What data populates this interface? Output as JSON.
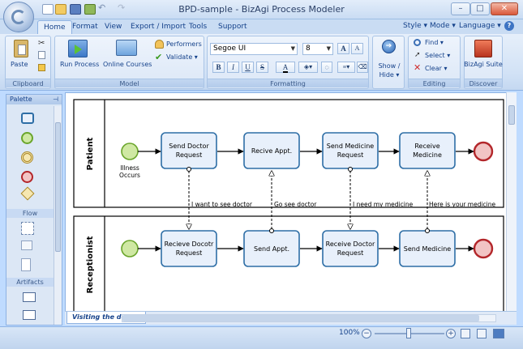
{
  "window": {
    "title": "BPD-sample - BizAgi Process Modeler",
    "minimize": "–",
    "maximize": "□",
    "close": "✕"
  },
  "tabs": [
    {
      "label": "Home",
      "active": true
    },
    {
      "label": "Format"
    },
    {
      "label": "View"
    },
    {
      "label": "Export / Import"
    },
    {
      "label": "Tools"
    },
    {
      "label": "Support"
    }
  ],
  "tabs_right": {
    "style": "Style",
    "mode": "Mode",
    "language": "Language",
    "help": "?"
  },
  "ribbon": {
    "clipboard": {
      "label": "Clipboard",
      "paste": "Paste"
    },
    "model": {
      "label": "Model",
      "run_process": "Run Process",
      "online_courses": "Online Courses",
      "performers": "Performers",
      "validate": "Validate"
    },
    "formatting": {
      "label": "Formatting",
      "font": "Segoe UI",
      "size": "8",
      "bold": "B",
      "italic": "I",
      "underline": "U",
      "strike": "S"
    },
    "show_hide": {
      "label": "Show / Hide"
    },
    "editing": {
      "label": "Editing",
      "find": "Find",
      "select": "Select",
      "clear": "Clear"
    },
    "discover": {
      "label": "Discover",
      "suite": "BizAgi Suite"
    }
  },
  "palette": {
    "title": "Palette",
    "sections": [
      "Flow",
      "Artifacts"
    ]
  },
  "diagram": {
    "lanes": [
      "Patient",
      "Receptionist"
    ],
    "start_label": [
      "Illness",
      "Occurs"
    ],
    "patient_tasks": [
      [
        "Send Doctor",
        "Request"
      ],
      [
        "Recive Appt."
      ],
      [
        "Send Medicine",
        "Request"
      ],
      [
        "Receive",
        "Medicine"
      ]
    ],
    "receptionist_tasks": [
      [
        "Recieve Docotr",
        "Request"
      ],
      [
        "Send Appt."
      ],
      [
        "Receive Doctor",
        "Request"
      ],
      [
        "Send Medicine"
      ]
    ],
    "messages": [
      "I want to see doctor",
      "Go see doctor",
      "I need my medicine",
      "Here is your medicine"
    ]
  },
  "sheet_tab": "Visiting the doctor",
  "status": {
    "zoom": "100%"
  },
  "colors": {
    "task_fill": "#e8f0fb",
    "task_stroke": "#2e6ea6",
    "start_fill": "#cfe8a3",
    "start_stroke": "#6aa52b",
    "end_fill": "#f2c4c4",
    "end_stroke": "#b3262a"
  }
}
